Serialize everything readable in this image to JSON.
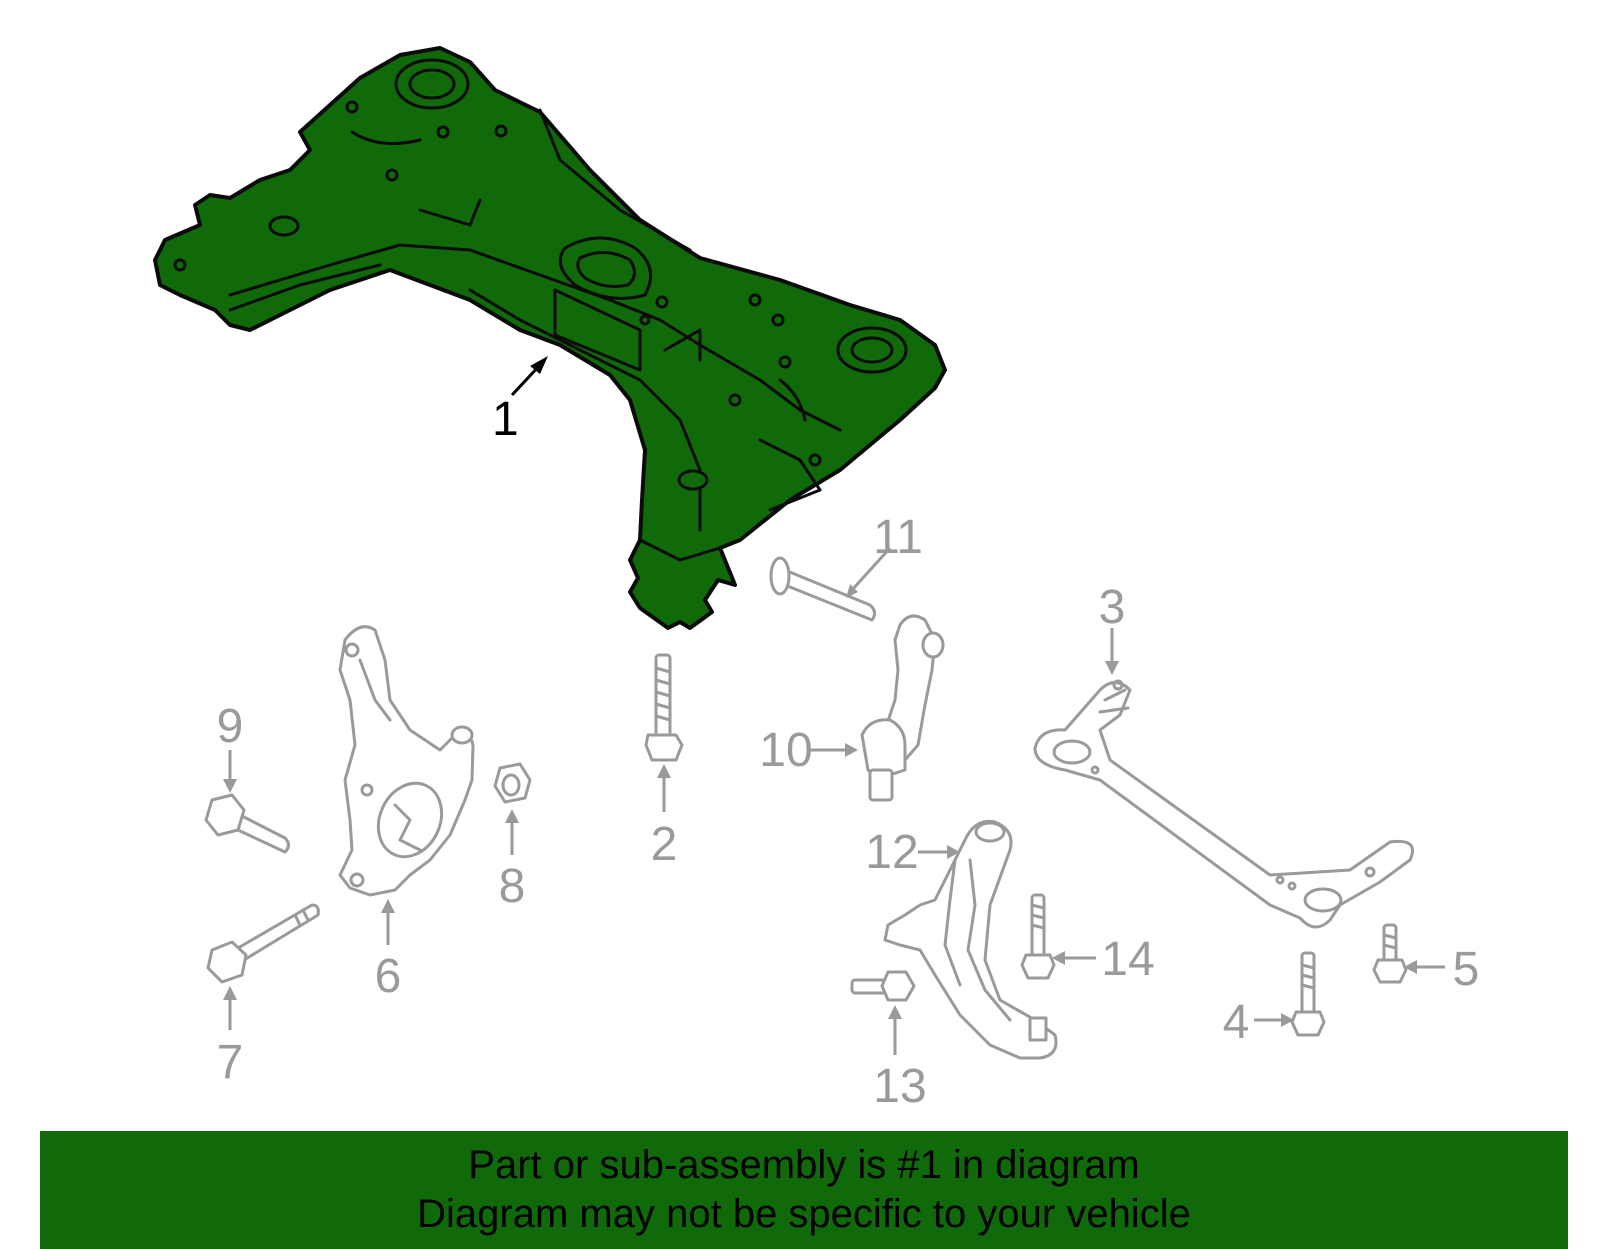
{
  "diagram": {
    "highlight_color": "#116a0a",
    "outline_color": "#9a9a9a",
    "callouts": [
      {
        "id": "1",
        "label": "1",
        "highlighted": true
      },
      {
        "id": "2",
        "label": "2"
      },
      {
        "id": "3",
        "label": "3"
      },
      {
        "id": "4",
        "label": "4"
      },
      {
        "id": "5",
        "label": "5"
      },
      {
        "id": "6",
        "label": "6"
      },
      {
        "id": "7",
        "label": "7"
      },
      {
        "id": "8",
        "label": "8"
      },
      {
        "id": "9",
        "label": "9"
      },
      {
        "id": "10",
        "label": "10"
      },
      {
        "id": "11",
        "label": "11"
      },
      {
        "id": "12",
        "label": "12"
      },
      {
        "id": "13",
        "label": "13"
      },
      {
        "id": "14",
        "label": "14"
      }
    ]
  },
  "banner": {
    "line1": "Part or sub-assembly is #1 in diagram",
    "line2": "Diagram may not be specific to your vehicle",
    "background": "#116a0a"
  }
}
